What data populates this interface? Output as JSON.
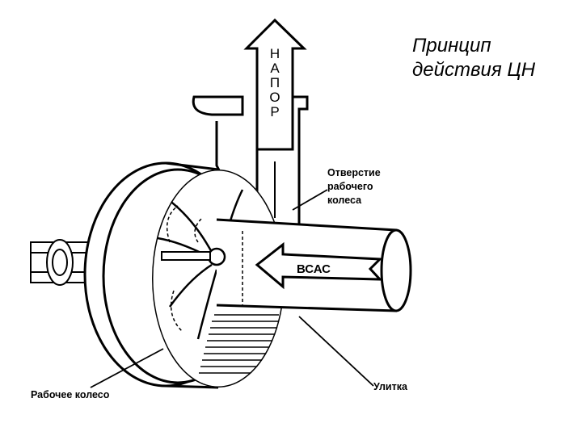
{
  "title": {
    "line1": "Принцип",
    "line2": "действия ЦН"
  },
  "labels": {
    "napor_letters": [
      "Н",
      "А",
      "П",
      "О",
      "Р"
    ],
    "vsac": "ВСАС",
    "opening": [
      "Отверстие",
      "рабочего",
      "колеса"
    ],
    "impeller": "Рабочее колесо",
    "volute": "Улитка"
  }
}
